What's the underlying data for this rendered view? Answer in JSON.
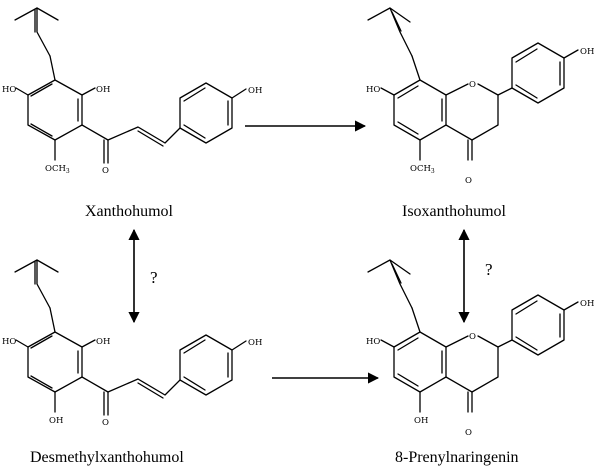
{
  "compounds": {
    "xanthohumol": {
      "name": "Xanthohumol",
      "labels": {
        "ho_left": "HO",
        "oh_top": "OH",
        "oh_right": "OH",
        "ketone_o": "O",
        "methoxy_main": "OCH",
        "methoxy_sub": "3"
      }
    },
    "isoxanthohumol": {
      "name": "Isoxanthohumol",
      "labels": {
        "ho_left": "HO",
        "ring_o": "O",
        "oh_right": "OH",
        "ketone_o": "O",
        "methoxy_main": "OCH",
        "methoxy_sub": "3"
      }
    },
    "desmethylxanthohumol": {
      "name": "Desmethylxanthohumol",
      "labels": {
        "ho_left": "HO",
        "oh_top": "OH",
        "oh_right": "OH",
        "ketone_o": "O",
        "oh_bottom": "OH"
      }
    },
    "prenylnaringenin": {
      "name": "8-Prenylnaringenin",
      "labels": {
        "ho_left": "HO",
        "ring_o": "O",
        "oh_right": "OH",
        "ketone_o": "O",
        "oh_bottom": "OH"
      }
    }
  },
  "arrows": {
    "left_vertical_label": "?",
    "right_vertical_label": "?"
  }
}
